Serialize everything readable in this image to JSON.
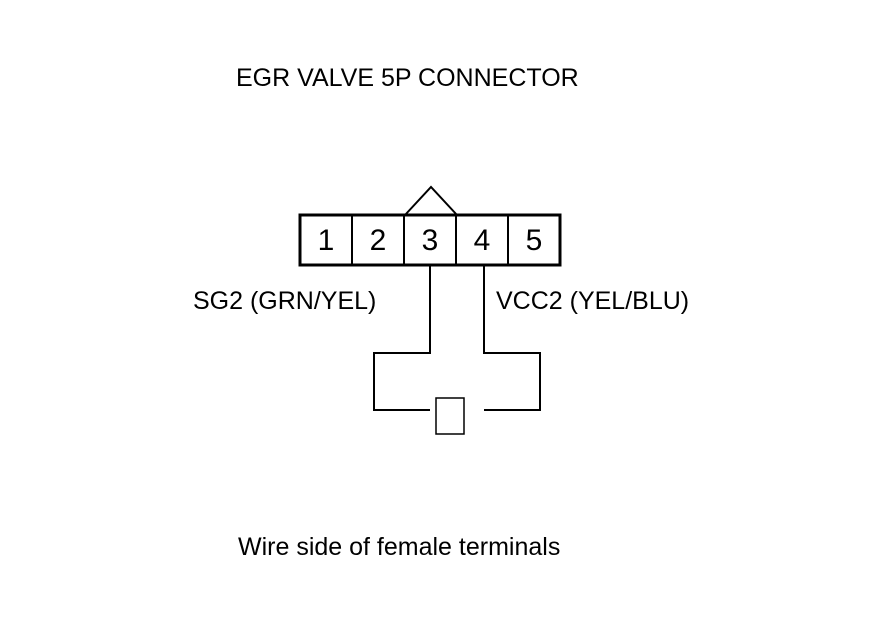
{
  "diagram": {
    "title": "EGR VALVE 5P CONNECTOR",
    "pins": [
      "1",
      "2",
      "3",
      "4",
      "5"
    ],
    "wires": {
      "left_label": "SG2 (GRN/YEL)",
      "right_label": "VCC2 (YEL/BLU)"
    },
    "caption": "Wire side of female terminals",
    "colors": {
      "line": "#000000",
      "background": "#ffffff"
    }
  }
}
